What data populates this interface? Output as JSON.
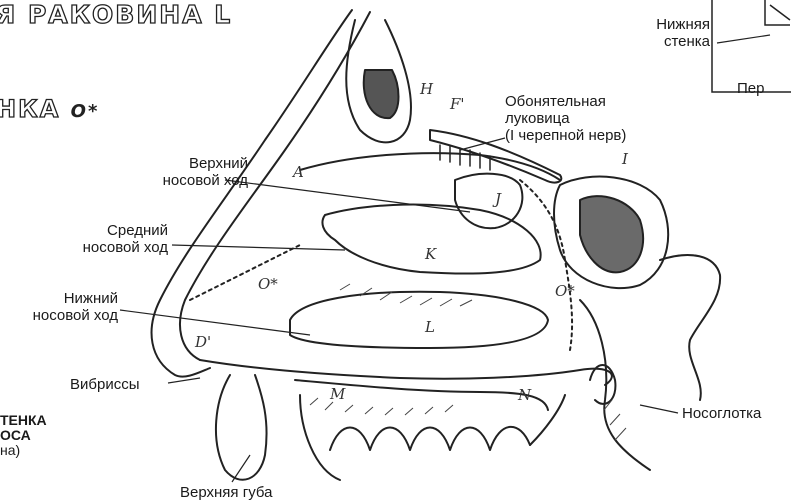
{
  "headings": {
    "top_left": "Я РАКОВИНА L",
    "mid_left": "НКА",
    "mid_left_mark": "O*",
    "bottom_left_line1": "ТЕНКА",
    "bottom_left_line2": "ОСА",
    "bottom_left_line3": "на)"
  },
  "inset": {
    "label_line1": "Нижняя",
    "label_line2": "стенка",
    "caption": "Пер"
  },
  "labels": {
    "olfactory_line1": "Обонятельная",
    "olfactory_line2": "луковица",
    "olfactory_line3": "(I черепной нерв)",
    "superior_line1": "Верхний",
    "superior_line2": "носовой ход",
    "middle_line1": "Средний",
    "middle_line2": "носовой ход",
    "inferior_line1": "Нижний",
    "inferior_line2": "носовой ход",
    "vibrissae": "Вибриссы",
    "nasopharynx": "Носоглотка",
    "upper_lip": "Верхняя губа"
  },
  "letters": {
    "H": "H",
    "F": "F'",
    "A": "A",
    "I": "I",
    "J": "J",
    "K": "K",
    "L": "L",
    "O_left": "O*",
    "O_right": "O*",
    "D": "D'",
    "M": "M",
    "N": "N"
  }
}
